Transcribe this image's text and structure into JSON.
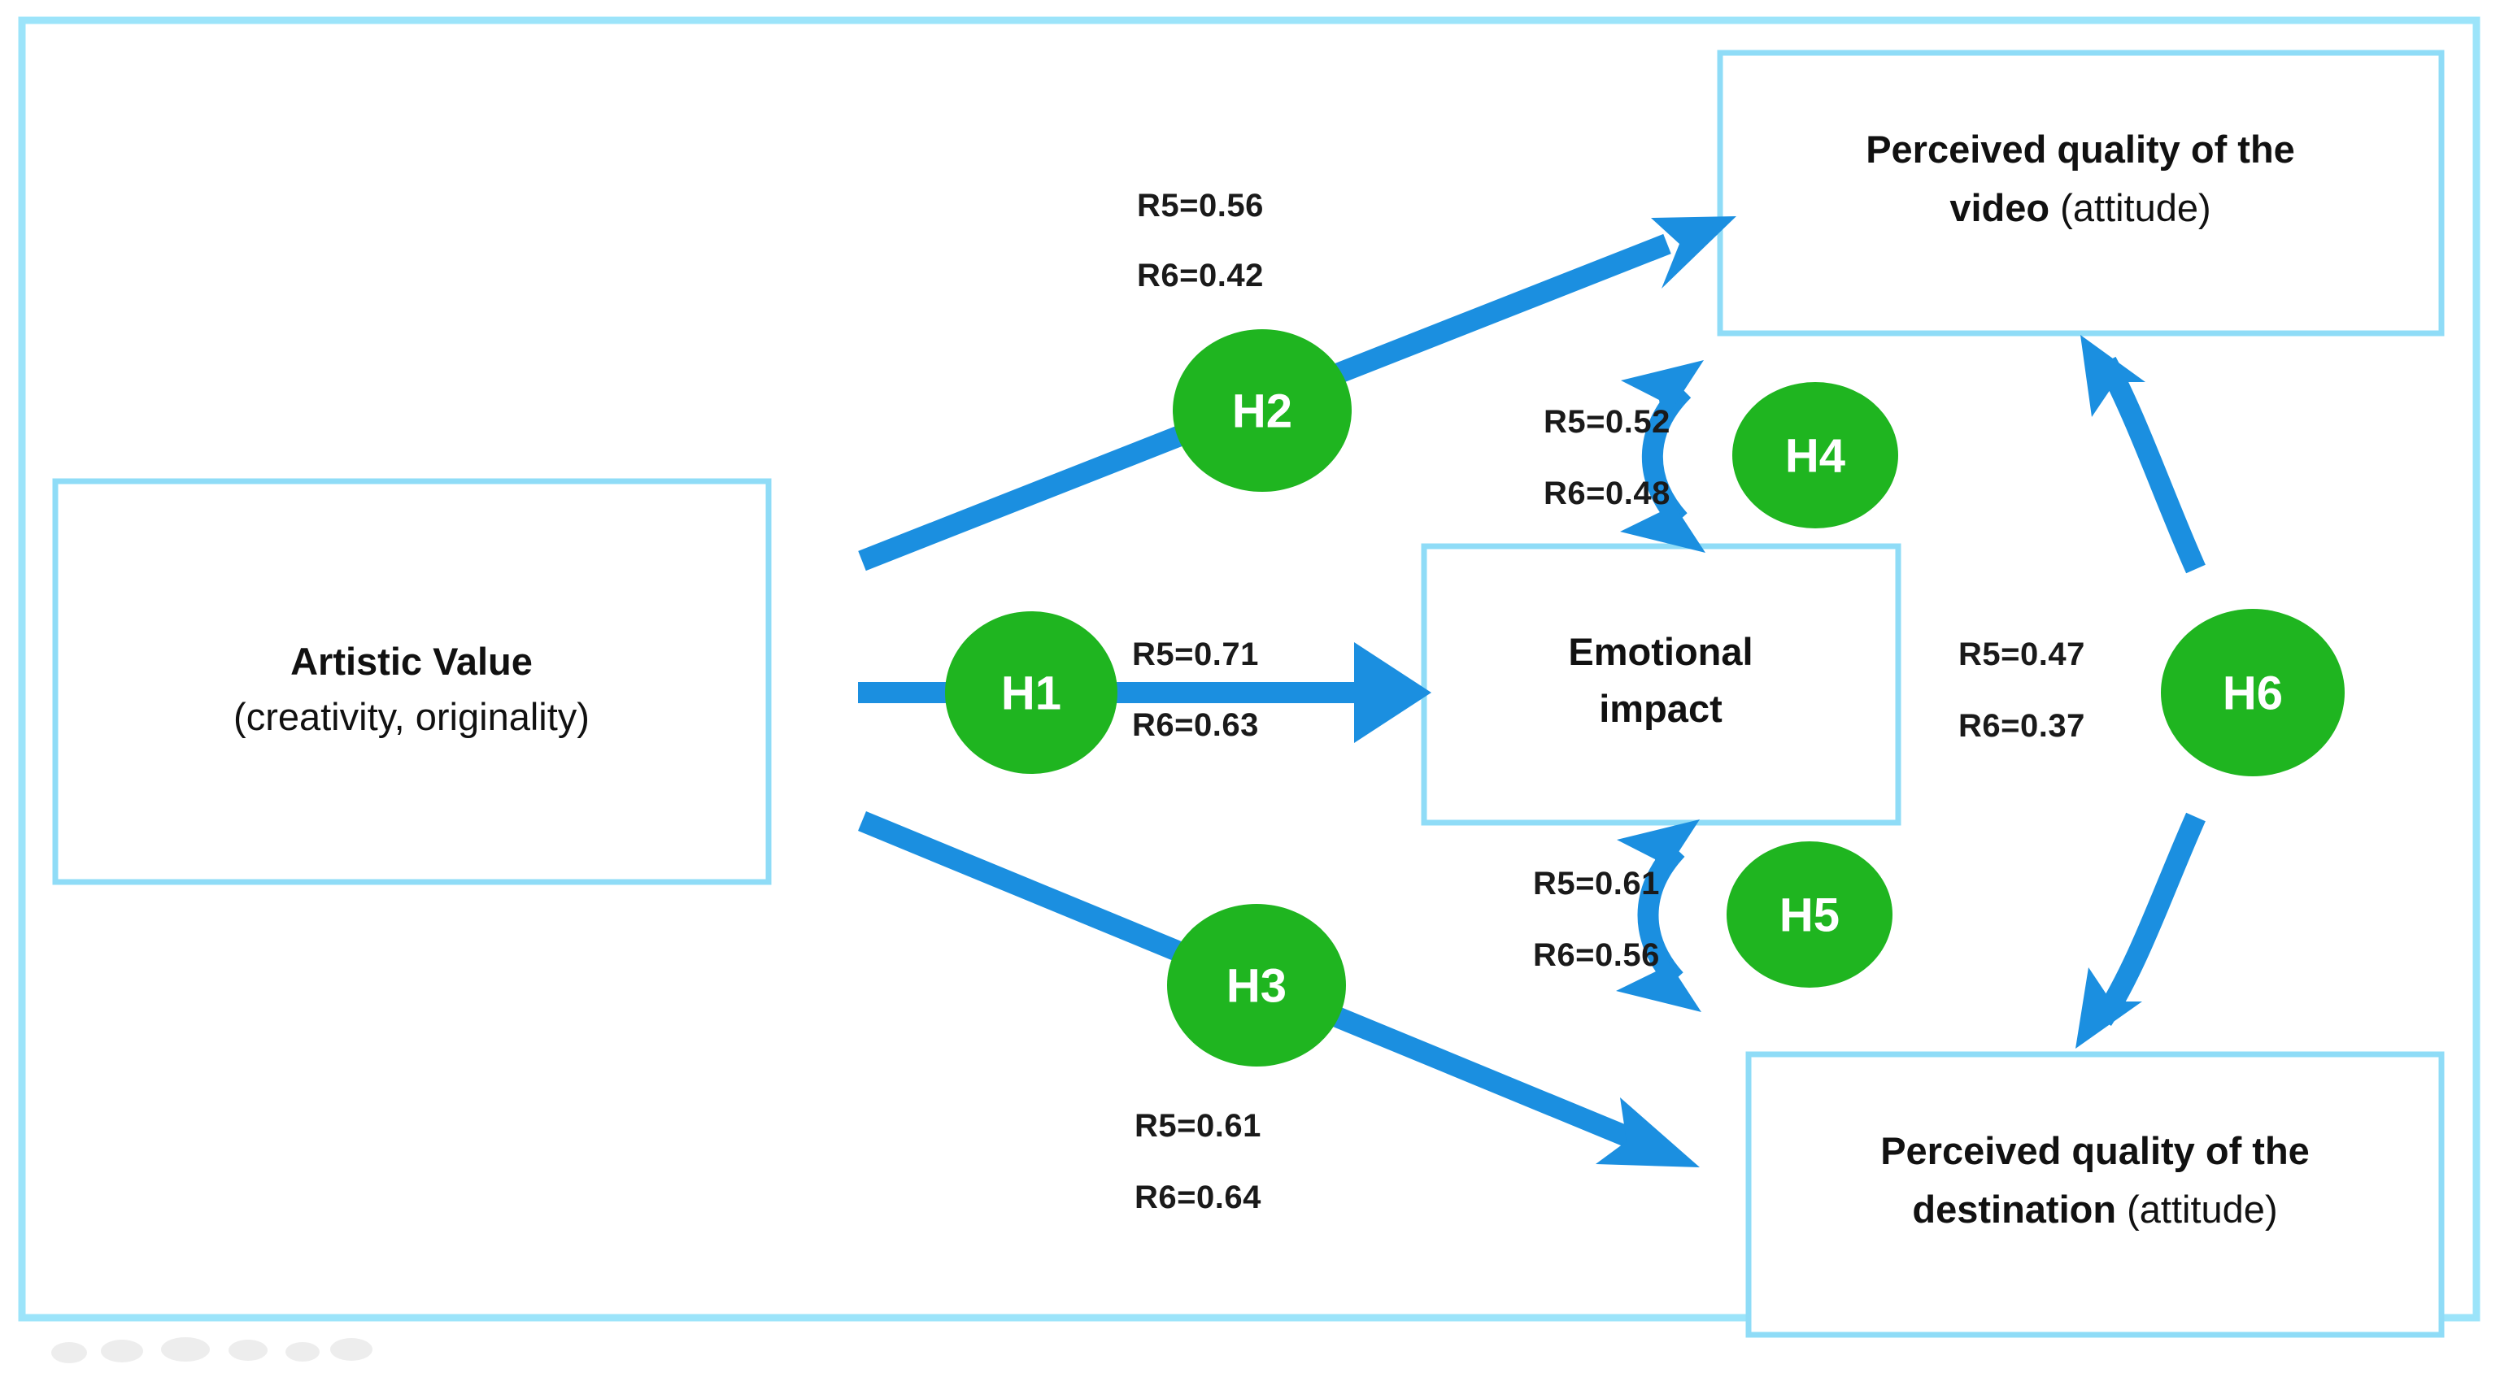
{
  "diagram": {
    "title": "Artistic Value research model with hypotheses H1-H6",
    "colors": {
      "frame_border": "#9ce4fa",
      "box_border": "#8fdcf7",
      "box_fill": "#ffffff",
      "hypothesis_circle": "#1fb520",
      "hypothesis_label": "#ffffff",
      "arrow": "#1b8fe0",
      "text": "#111111"
    },
    "boxes": [
      {
        "id": "artistic-value",
        "line1": "Artistic Value",
        "line2": "(creativity, originality)",
        "line1_weight": "bold",
        "line2_weight": "regular"
      },
      {
        "id": "perceived-quality-video",
        "line1": "Perceived quality of the",
        "line2_bold": "video",
        "line2_reg": " (attitude)",
        "line1_weight": "bold"
      },
      {
        "id": "emotional-impact",
        "line1": "Emotional",
        "line2": "impact",
        "line1_weight": "bold",
        "line2_weight": "bold"
      },
      {
        "id": "perceived-quality-destination",
        "line1": "Perceived quality of the",
        "line2_bold": "destination",
        "line2_reg": " (attitude)",
        "line1_weight": "bold"
      }
    ],
    "hypotheses": [
      {
        "id": "H1",
        "label": "H1",
        "from": "artistic-value",
        "to": "emotional-impact",
        "arrow_type": "straight",
        "r5_label": "R5=0.71",
        "r6_label": "R6=0.63",
        "r5_value": 0.71,
        "r6_value": 0.63
      },
      {
        "id": "H2",
        "label": "H2",
        "from": "artistic-value",
        "to": "perceived-quality-video",
        "arrow_type": "straight",
        "r5_label": "R5=0.56",
        "r6_label": "R6=0.42",
        "r5_value": 0.56,
        "r6_value": 0.42
      },
      {
        "id": "H3",
        "label": "H3",
        "from": "artistic-value",
        "to": "perceived-quality-destination",
        "arrow_type": "straight",
        "r5_label": "R5=0.61",
        "r6_label": "R6=0.64",
        "r5_value": 0.61,
        "r6_value": 0.64
      },
      {
        "id": "H4",
        "label": "H4",
        "from": "emotional-impact",
        "to": "perceived-quality-video",
        "arrow_type": "curved-double",
        "r5_label": "R5=0.52",
        "r6_label": "R6=0.48",
        "r5_value": 0.52,
        "r6_value": 0.48
      },
      {
        "id": "H5",
        "label": "H5",
        "from": "emotional-impact",
        "to": "perceived-quality-destination",
        "arrow_type": "curved-double",
        "r5_label": "R5=0.61",
        "r6_label": "R6=0.56",
        "r5_value": 0.61,
        "r6_value": 0.56
      },
      {
        "id": "H6",
        "label": "H6",
        "from": "perceived-quality-video",
        "to": "perceived-quality-destination",
        "arrow_type": "curved-double",
        "r5_label": "R5=0.47",
        "r6_label": "R6=0.37",
        "r5_value": 0.47,
        "r6_value": 0.37
      }
    ]
  }
}
